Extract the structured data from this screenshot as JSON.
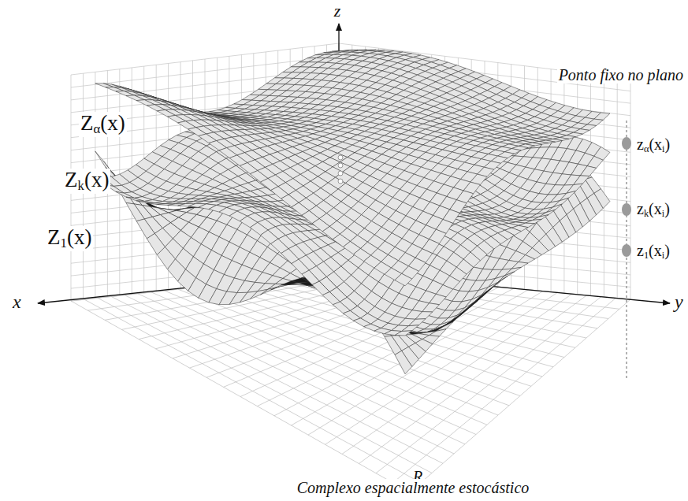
{
  "diagram": {
    "caption": "Complexo espacialmente estocástico",
    "labels": [
      "z",
      "Ponto fixo no plano",
      "Zα(x)",
      "zα(xi)",
      "Zk(x)",
      "zk(xi)",
      "Z1(x)",
      "z1(xi)",
      "x",
      "y",
      "R"
    ]
  }
}
